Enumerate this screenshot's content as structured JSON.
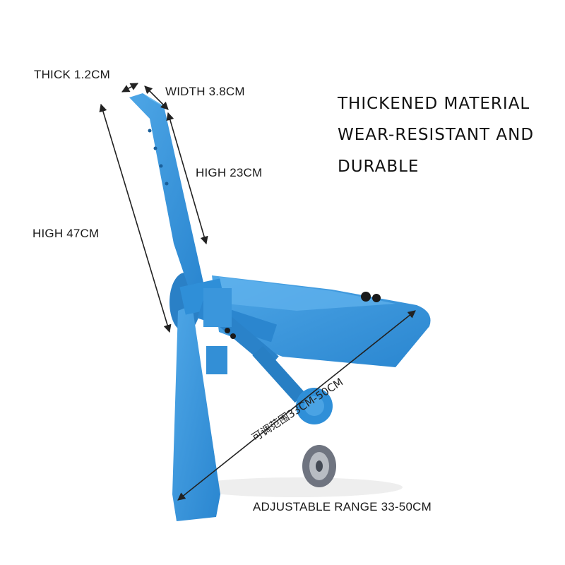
{
  "headline": {
    "line1": "THICKENED MATERIAL",
    "line2": "WEAR-RESISTANT AND",
    "line3": "DURABLE"
  },
  "dimensions": {
    "thick": "THICK 1.2CM",
    "width": "WIDTH 3.8CM",
    "high_short": "HIGH 23CM",
    "high_total": "HIGH 47CM",
    "range_cn": "可调范围33CM-50CM",
    "range_en": "ADJUSTABLE RANGE 33-50CM"
  },
  "colors": {
    "blade": "#2f8fd8",
    "blade_dark": "#1f6fb3",
    "blade_light": "#5aaeea",
    "arrow": "#222222",
    "bolt": "#1a1a1a"
  }
}
